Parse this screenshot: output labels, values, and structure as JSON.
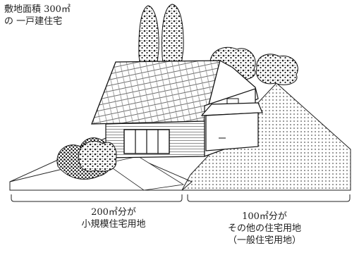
{
  "title": {
    "line1": "敷地面積 300㎡",
    "line2": "の 一戸建住宅"
  },
  "left_caption": {
    "line1": "200㎡分が",
    "line2": "小規模住宅用地"
  },
  "right_caption": {
    "line1": "100㎡分が",
    "line2": "その他の住宅用地",
    "line3": "（一般住宅用地）"
  },
  "colors": {
    "ink": "#1c1c1c",
    "paper": "#ffffff",
    "dot_fill": "#5a5a5a"
  }
}
